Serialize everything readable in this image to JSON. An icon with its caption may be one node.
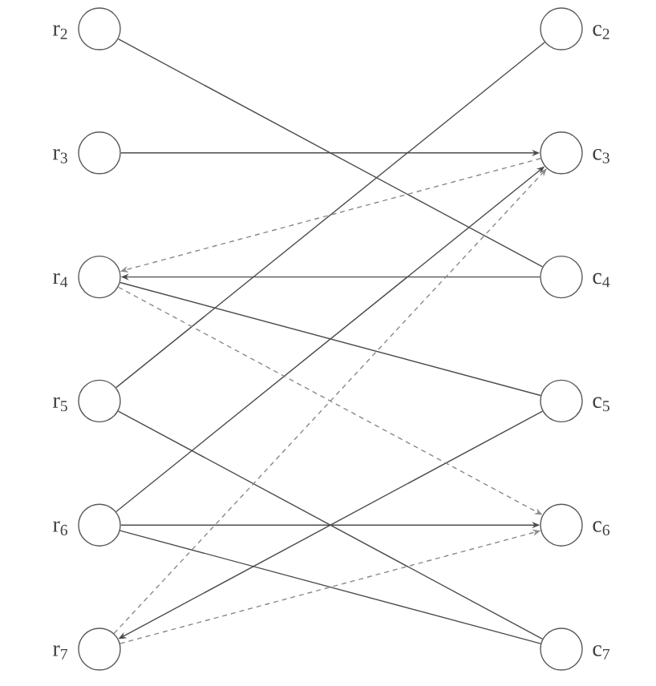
{
  "diagram": {
    "nodes": [
      {
        "text": [],
        "shape": "circle",
        "beside": [
          "r$_{2}$"
        ]
      },
      {
        "text": [],
        "shape": "circle",
        "beside": [
          "r$_{3}$"
        ]
      },
      {
        "text": [],
        "shape": "circle",
        "beside": [
          "r$_{4}$"
        ]
      },
      {
        "text": [],
        "shape": "circle",
        "beside": [
          "r$_{5}$"
        ]
      },
      {
        "text": [],
        "shape": "circle",
        "beside": [
          "r$_{6}$"
        ]
      },
      {
        "text": [],
        "shape": "circle",
        "beside": [
          "r$_{7}$"
        ]
      },
      {
        "text": [],
        "shape": "circle",
        "beside": [
          "c$_{2}$"
        ]
      },
      {
        "text": [],
        "shape": "circle",
        "beside": [
          "c$_{3}$"
        ]
      },
      {
        "text": [],
        "shape": "circle",
        "beside": [
          "c$_{4}$"
        ]
      },
      {
        "text": [],
        "shape": "circle",
        "beside": [
          "c$_{5}$"
        ]
      },
      {
        "text": [],
        "shape": "circle",
        "beside": [
          "c$_{6}$"
        ]
      },
      {
        "text": [],
        "shape": "circle",
        "beside": [
          "c$_{7}$"
        ]
      }
    ],
    "edges": [
      {
        "from": 0,
        "to": 8,
        "arrow": "none"
      },
      {
        "from": 1,
        "to": 7,
        "arrow": "to"
      },
      {
        "from": 8,
        "to": 2,
        "arrow": "to"
      },
      {
        "from": 2,
        "to": 9,
        "arrow": "none"
      },
      {
        "from": 3,
        "to": 6,
        "arrow": "none"
      },
      {
        "from": 3,
        "to": 11,
        "arrow": "none"
      },
      {
        "from": 4,
        "to": 7,
        "arrow": "to"
      },
      {
        "from": 4,
        "to": 10,
        "arrow": "to"
      },
      {
        "from": 4,
        "to": 11,
        "arrow": "none"
      },
      {
        "from": 9,
        "to": 5,
        "arrow": "to"
      },
      {
        "from": 7,
        "to": 2,
        "arrow": "to",
        "style": "dashed",
        "color": "#8a8a8a"
      },
      {
        "from": 2,
        "to": 10,
        "arrow": "to",
        "style": "dashed",
        "color": "#8a8a8a"
      },
      {
        "from": 5,
        "to": 7,
        "arrow": "to",
        "style": "dashed",
        "color": "#8a8a8a"
      },
      {
        "from": 5,
        "to": 10,
        "arrow": "to",
        "style": "dashed",
        "color": "#8a8a8a"
      }
    ]
  }
}
